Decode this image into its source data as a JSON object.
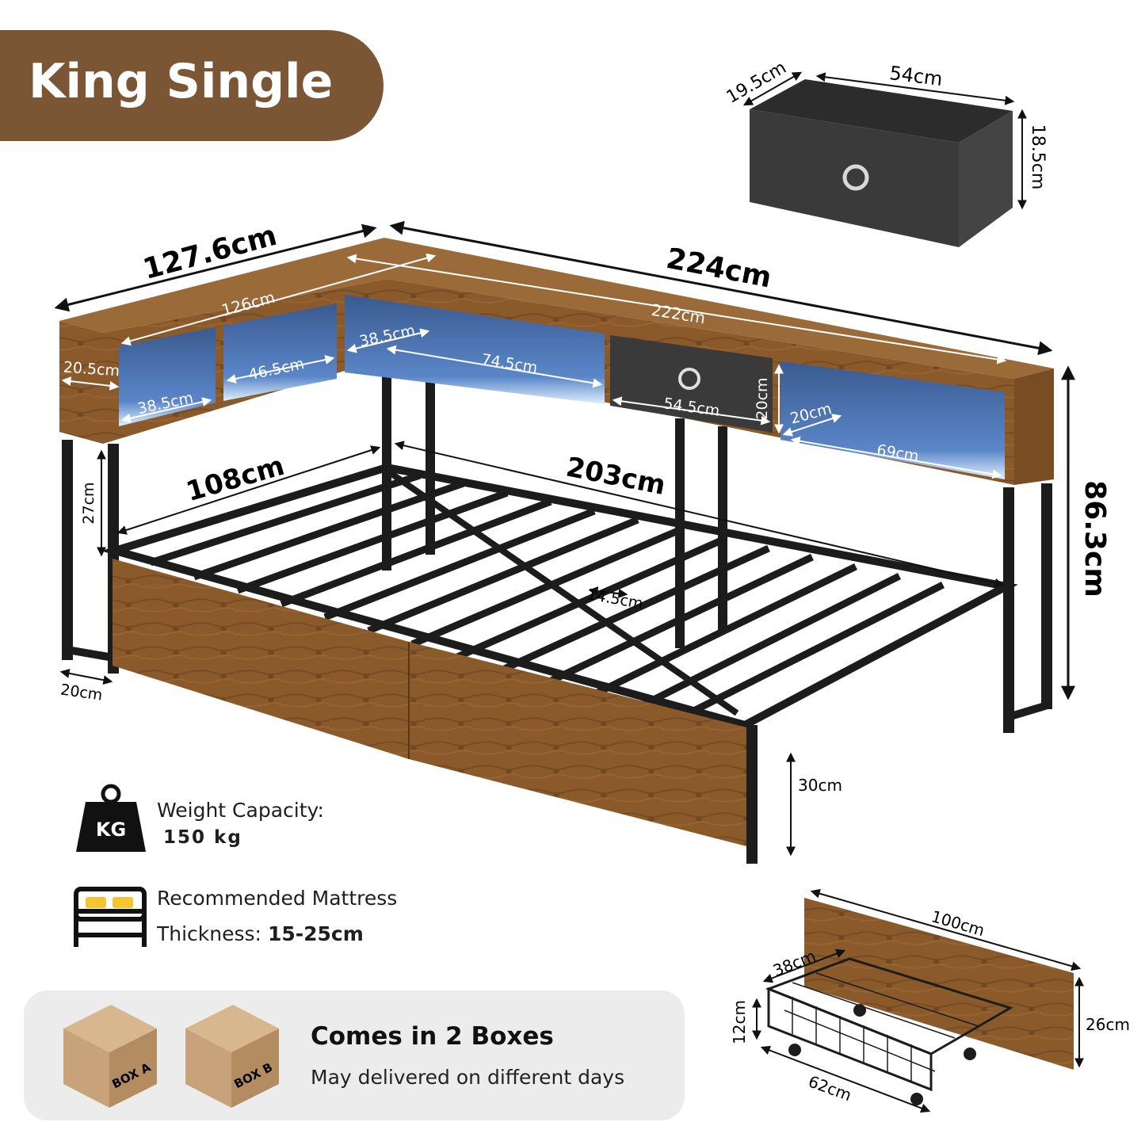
{
  "title": "King Single",
  "dimensions": {
    "drawer_box": {
      "depth": "19.5cm",
      "width": "54cm",
      "height": "18.5cm"
    },
    "bed": {
      "side_length": "127.6cm",
      "main_length": "224cm",
      "inner_side": "126cm",
      "inner_main": "222cm",
      "shelf_a_depth": "20.5cm",
      "shelf_a_width": "38.5cm",
      "shelf_b_width": "46.5cm",
      "shelf_c_depth": "38.5cm",
      "shelf_c_width": "74.5cm",
      "drawer_slot_width": "54.5cm",
      "drawer_slot_height": "20cm",
      "shelf_d_depth": "20cm",
      "shelf_d_width": "69cm",
      "mattress_width": "108cm",
      "mattress_length": "203cm",
      "under_shelf_height": "27cm",
      "total_height": "86.3cm",
      "slat_gap": "14.5cm",
      "leg_depth": "20cm",
      "clearance": "30cm"
    },
    "drawer": {
      "length": "100cm",
      "depth": "38cm",
      "height": "12cm",
      "front_height": "26cm",
      "width": "62cm"
    }
  },
  "info": {
    "kg_icon_label": "KG",
    "weight_label": "Weight Capacity:",
    "weight_value": "150 kg",
    "mattress_label": "Recommended Mattress",
    "thickness_label": "Thickness: ",
    "thickness_value": "15-25cm"
  },
  "boxes": {
    "box_a": "BOX A",
    "box_b": "BOX B",
    "title": "Comes in 2 Boxes",
    "subtitle": "May delivered on different days"
  },
  "colors": {
    "wood": "#8a5a2b",
    "wood_dark": "#6b4220",
    "metal": "#1c1c1c",
    "led_blue": "#4a74b8",
    "tag_brown": "#7b5634",
    "fabric": "#3a3a3a",
    "cardboard": "#c7a27a"
  },
  "icons": [
    "weight-icon",
    "bed-icon",
    "box-icon"
  ]
}
